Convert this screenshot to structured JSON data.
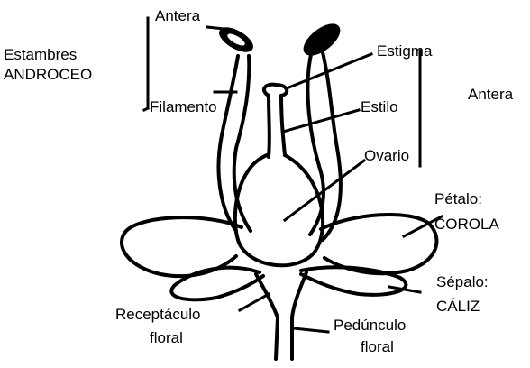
{
  "labels": {
    "antera_top": "Antera",
    "estambres": "Estambres",
    "androceo": "ANDROCEO",
    "filamento": "Filamento",
    "estigma": "Estigma",
    "estilo": "Estilo",
    "antera_right": "Antera",
    "ovario": "Ovario",
    "petalo": "Pétalo:",
    "corola": "COROLA",
    "sepalo": "Sépalo:",
    "caliz": "CÁLIZ",
    "receptaculo": "Receptáculo",
    "receptaculo_floral": "floral",
    "pedunculo": "Pedúnculo",
    "pedunculo_floral": "floral"
  },
  "colors": {
    "ink": "#000000",
    "background": "#ffffff"
  }
}
